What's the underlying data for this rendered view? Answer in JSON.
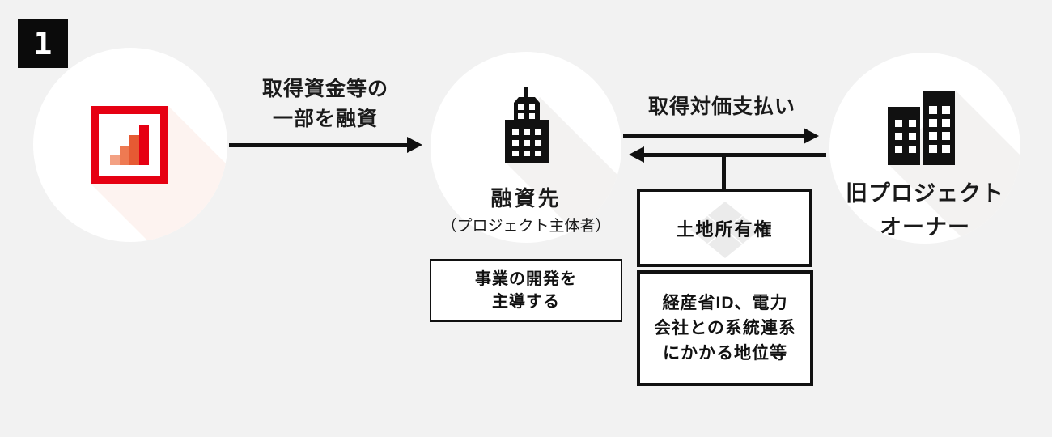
{
  "step_badge": "1",
  "colors": {
    "background": "#f2f2f2",
    "ink": "#111111",
    "accent_red": "#e60012",
    "logo_bar_colors": [
      "#f3a183",
      "#ee7a52",
      "#e65a33",
      "#e60012"
    ],
    "lender_shadow_pink": "#fdf3f0",
    "building_shadow_gray": "#f3f2f1",
    "watermark_gray": "#ebebeb"
  },
  "nodes": {
    "lender": {
      "icon": "growth-chart-logo-icon"
    },
    "borrower": {
      "icon": "office-building-icon",
      "label": "融資先",
      "sublabel": "（プロジェクト主体者）",
      "note": {
        "lines": [
          "事業の開発を",
          "主導する"
        ]
      }
    },
    "former_owner": {
      "icon": "twin-buildings-icon",
      "label_lines": [
        "旧プロジェクト",
        "オーナー"
      ]
    }
  },
  "flows": {
    "loan": {
      "direction": "right",
      "label_lines": [
        "取得資金等の",
        "一部を融資"
      ]
    },
    "payment": {
      "direction": "right",
      "label": "取得対価支払い"
    },
    "transfer": {
      "direction": "left",
      "items": [
        {
          "lines": [
            "土地所有権"
          ]
        },
        {
          "lines": [
            "経産省ID、電力",
            "会社との系統連系",
            "にかかる地位等"
          ]
        }
      ]
    }
  }
}
